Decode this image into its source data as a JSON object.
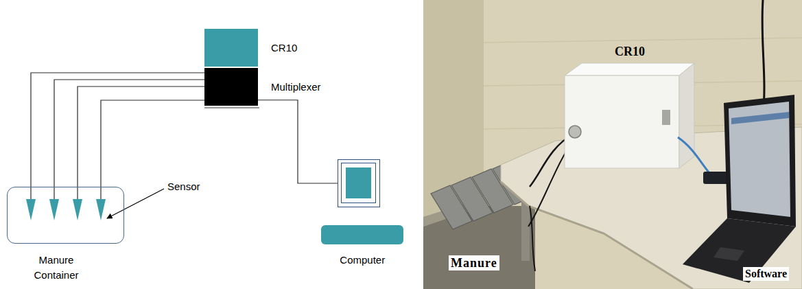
{
  "diagram": {
    "nodes": [
      {
        "text": [
          "CR10"
        ]
      },
      {
        "text": [
          "Multiplexer"
        ]
      },
      {
        "text": [
          "Manure Container"
        ]
      },
      {
        "text": [
          "Computer"
        ]
      }
    ],
    "edges": [
      {
        "from": 1,
        "to": 3,
        "arrow": "none"
      }
    ],
    "labels": [
      "Sensor",
      "CR10",
      "Manure",
      "Software"
    ]
  }
}
